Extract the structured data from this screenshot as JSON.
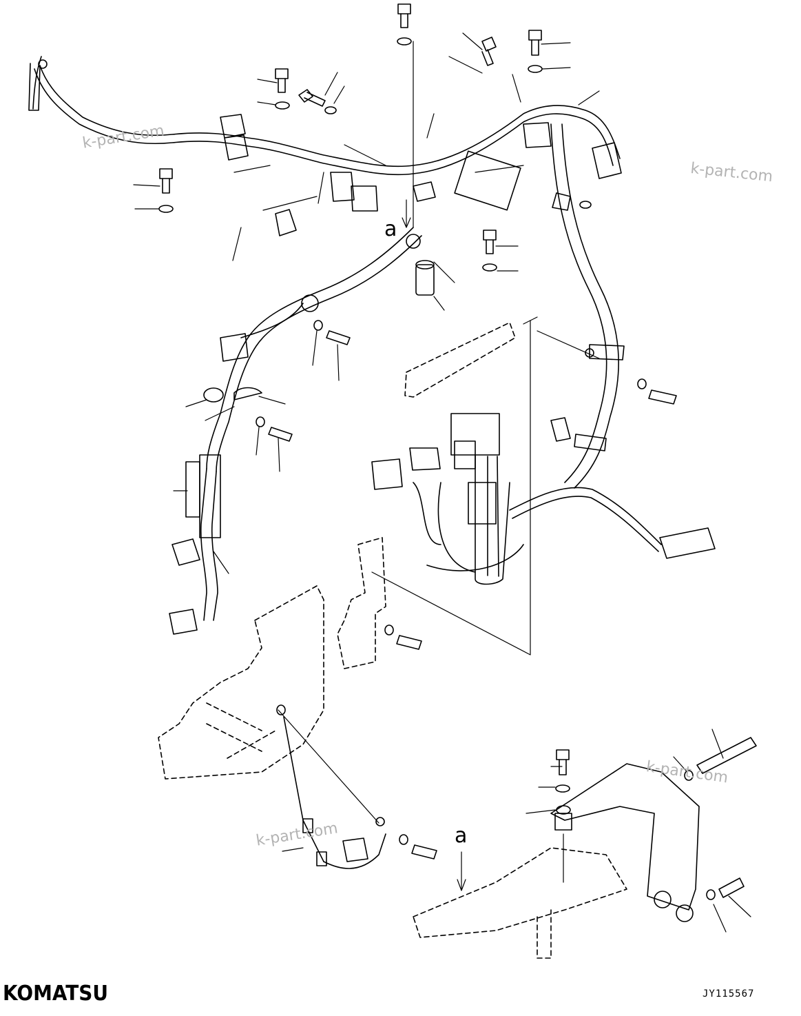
{
  "diagram": {
    "view_labels": [
      "a",
      "a"
    ],
    "watermark": "k-part.com",
    "brand": "KOMATSU",
    "drawing_code": "JY115567"
  }
}
